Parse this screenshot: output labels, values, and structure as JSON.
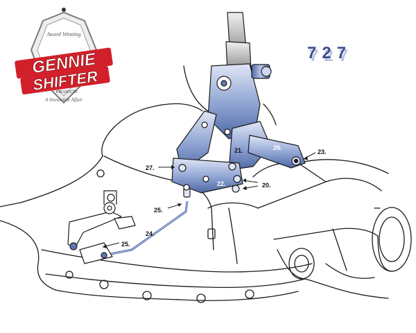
{
  "model_number": "727",
  "logo": {
    "top_text": "Award Winning",
    "line1": "GENNIE",
    "line2": "SHIFTER",
    "sub": "PRODUCTS",
    "bottom_text": "A Streamline Affair"
  },
  "callouts": {
    "c20": "20.",
    "c21": "21.",
    "c22": "22.",
    "c23": "23.",
    "c24": "24.",
    "c25a": "25.",
    "c25b": "25.",
    "c26a": "26.",
    "c26b": "26.",
    "c27": "27."
  },
  "colors": {
    "outline": "#1a1a1a",
    "part_blue": "#5f79b5",
    "part_light": "#c9d4ee",
    "logo_red": "#d2202a",
    "logo_silver": "#9a9a9a",
    "title_blue": "#3e4f8f"
  }
}
